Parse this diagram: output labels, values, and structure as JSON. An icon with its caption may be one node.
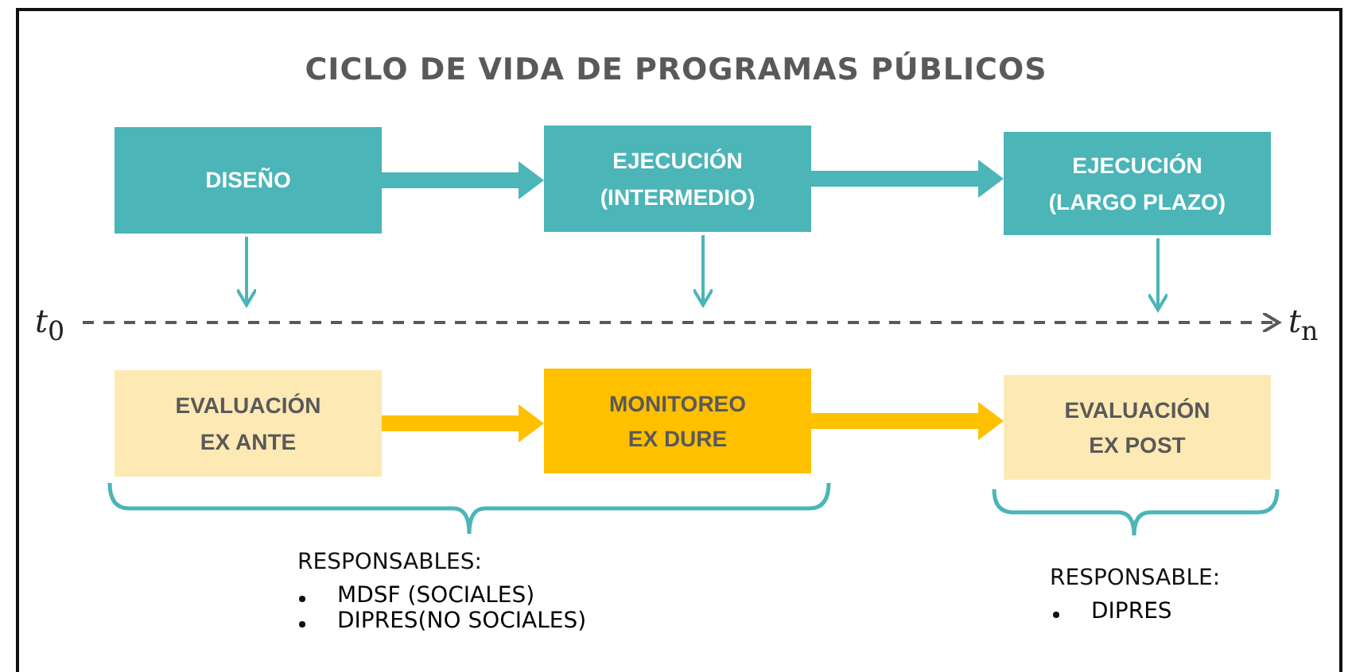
{
  "diagram": {
    "title": "CICLO DE VIDA DE PROGRAMAS PÚBLICOS",
    "nodes": [
      {
        "text": [
          "DISEÑO"
        ]
      },
      {
        "text": [
          "EJECUCIÓN (INTERMEDIO)"
        ]
      },
      {
        "text": [
          "EJECUCIÓN (LARGO PLAZO)"
        ]
      },
      {
        "text": [
          "EVALUACIÓN EX ANTE"
        ]
      },
      {
        "text": [
          "MONITOREO EX DURE"
        ]
      },
      {
        "text": [
          "EVALUACIÓN EX POST"
        ]
      },
      {
        "text": [
          "*t*$_{0}$"
        ]
      },
      {
        "text": [
          "*t*$_{n}$"
        ]
      }
    ],
    "edges": [
      {
        "from": 0,
        "to": 1,
        "arrow": "to",
        "style": "thick",
        "color": "#4bb5b8"
      },
      {
        "from": 1,
        "to": 2,
        "arrow": "to",
        "style": "thick",
        "color": "#4bb5b8"
      },
      {
        "from": 3,
        "to": 4,
        "arrow": "to",
        "style": "thick",
        "color": "#ffc000"
      },
      {
        "from": 4,
        "to": 5,
        "arrow": "to",
        "style": "thick",
        "color": "#ffc000"
      },
      {
        "from": 0,
        "to": null,
        "arrow": "to",
        "color": "#4bb5b8"
      },
      {
        "from": 1,
        "to": null,
        "arrow": "to",
        "color": "#4bb5b8"
      },
      {
        "from": 2,
        "to": null,
        "arrow": "to",
        "color": "#4bb5b8"
      },
      {
        "from": 6,
        "to": 7,
        "arrow": "to",
        "style": "dashed",
        "color": "#595959"
      }
    ],
    "labels": [
      "RESPONSABLES:",
      "MDSF (SOCIALES)",
      "DIPRES(NO SOCIALES)",
      "RESPONSABLE:",
      "DIPRES"
    ]
  }
}
